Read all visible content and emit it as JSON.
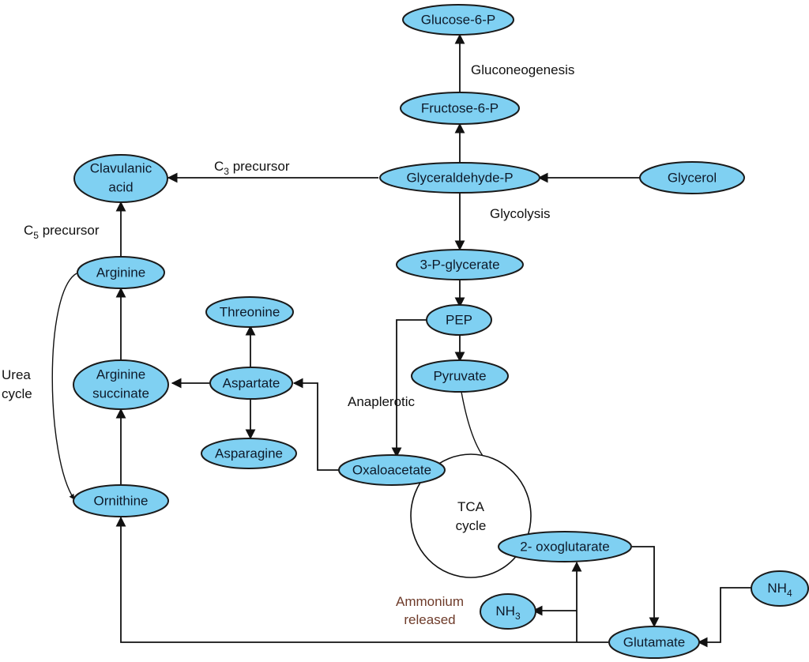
{
  "nodes": {
    "glucose6p": "Glucose-6-P",
    "fructose6p": "Fructose-6-P",
    "glyceraldehyde_p": "Glyceraldehyde-P",
    "glycerol": "Glycerol",
    "clavulanic_acid": [
      "Clavulanic",
      "acid"
    ],
    "three_p_glycerate": "3-P-glycerate",
    "pep": "PEP",
    "pyruvate": "Pyruvate",
    "arginine": "Arginine",
    "threonine": "Threonine",
    "arginine_succinate": [
      "Arginine",
      "succinate"
    ],
    "aspartate": "Aspartate",
    "asparagine": "Asparagine",
    "oxaloacetate": "Oxaloacetate",
    "ornithine": "Ornithine",
    "oxoglutarate": "2- oxoglutarate",
    "nh3": {
      "base": "NH",
      "sub": "3"
    },
    "nh4": {
      "base": "NH",
      "sub": "4"
    },
    "glutamate": "Glutamate"
  },
  "tca": [
    "TCA",
    "cycle"
  ],
  "labels": {
    "gluconeogenesis": "Gluconeogenesis",
    "glycolysis": "Glycolysis",
    "c3_precursor": {
      "base": "C",
      "sub": "3",
      "rest": " precursor"
    },
    "c5_precursor": {
      "base": "C",
      "sub": "5",
      "rest": " precursor"
    },
    "urea_cycle": [
      "Urea",
      "cycle"
    ],
    "anaplerotic": "Anaplerotic",
    "ammonium_released": [
      "Ammonium",
      "released"
    ]
  },
  "colors": {
    "node_fill": "#7fd0f2",
    "ammonium_label": "#6e3b2a"
  }
}
